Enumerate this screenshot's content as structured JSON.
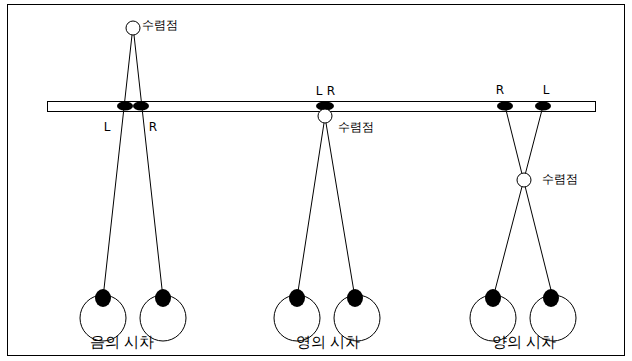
{
  "diagram": {
    "labels": [
      "수렴점",
      "L",
      "R",
      "L",
      "R",
      "수렴점",
      "R",
      "L",
      "수렴점",
      "음의 시차",
      "영의 시차",
      "양의 시차"
    ]
  }
}
